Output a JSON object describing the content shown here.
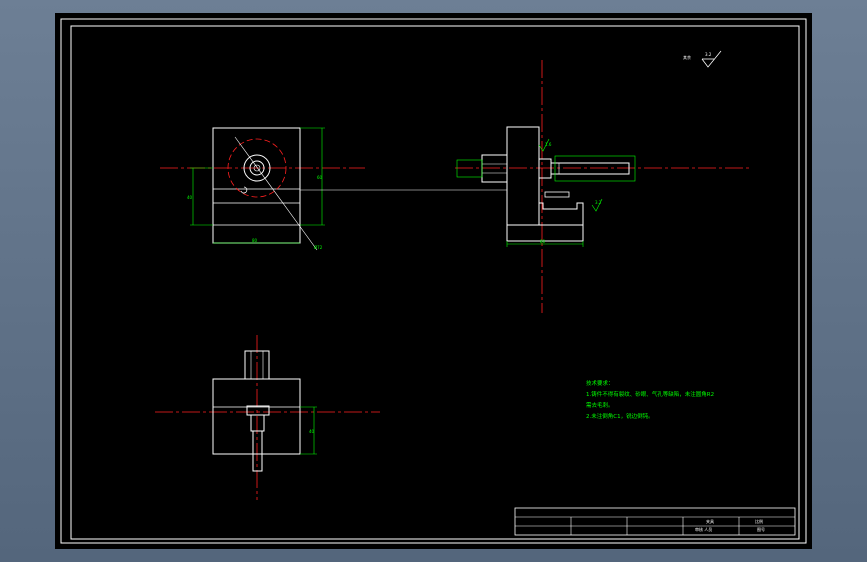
{
  "colors": {
    "background": "#000000",
    "outline": "#ffffff",
    "centerline": "#ff2020",
    "dimension": "#00ff00",
    "text_notes": "#00ff00",
    "frame_bg": "#5f7187"
  },
  "drawing": {
    "roughness_label": "其余",
    "roughness_value": "3.2",
    "front_view": {
      "dim_width": "80",
      "dim_height": "40",
      "dim_total_height": "60",
      "dim_diameter": "Ø72"
    },
    "side_view": {
      "dim_width": "80",
      "roughness_a": "1.6",
      "roughness_b": "3.2"
    },
    "bottom_view": {
      "dim_height": "40"
    },
    "notes": {
      "title": "技术要求：",
      "line1": "1.铸件不得有裂纹、砂眼、气孔等缺陷，未注圆角R2",
      "line2": "  需去毛刺。",
      "line3": "2.未注倒角C1，锐边倒钝。"
    },
    "title_block": {
      "cell_a": "夹具",
      "cell_b": "比例",
      "cell_c": "审核 人员",
      "cell_d": "图号"
    }
  }
}
